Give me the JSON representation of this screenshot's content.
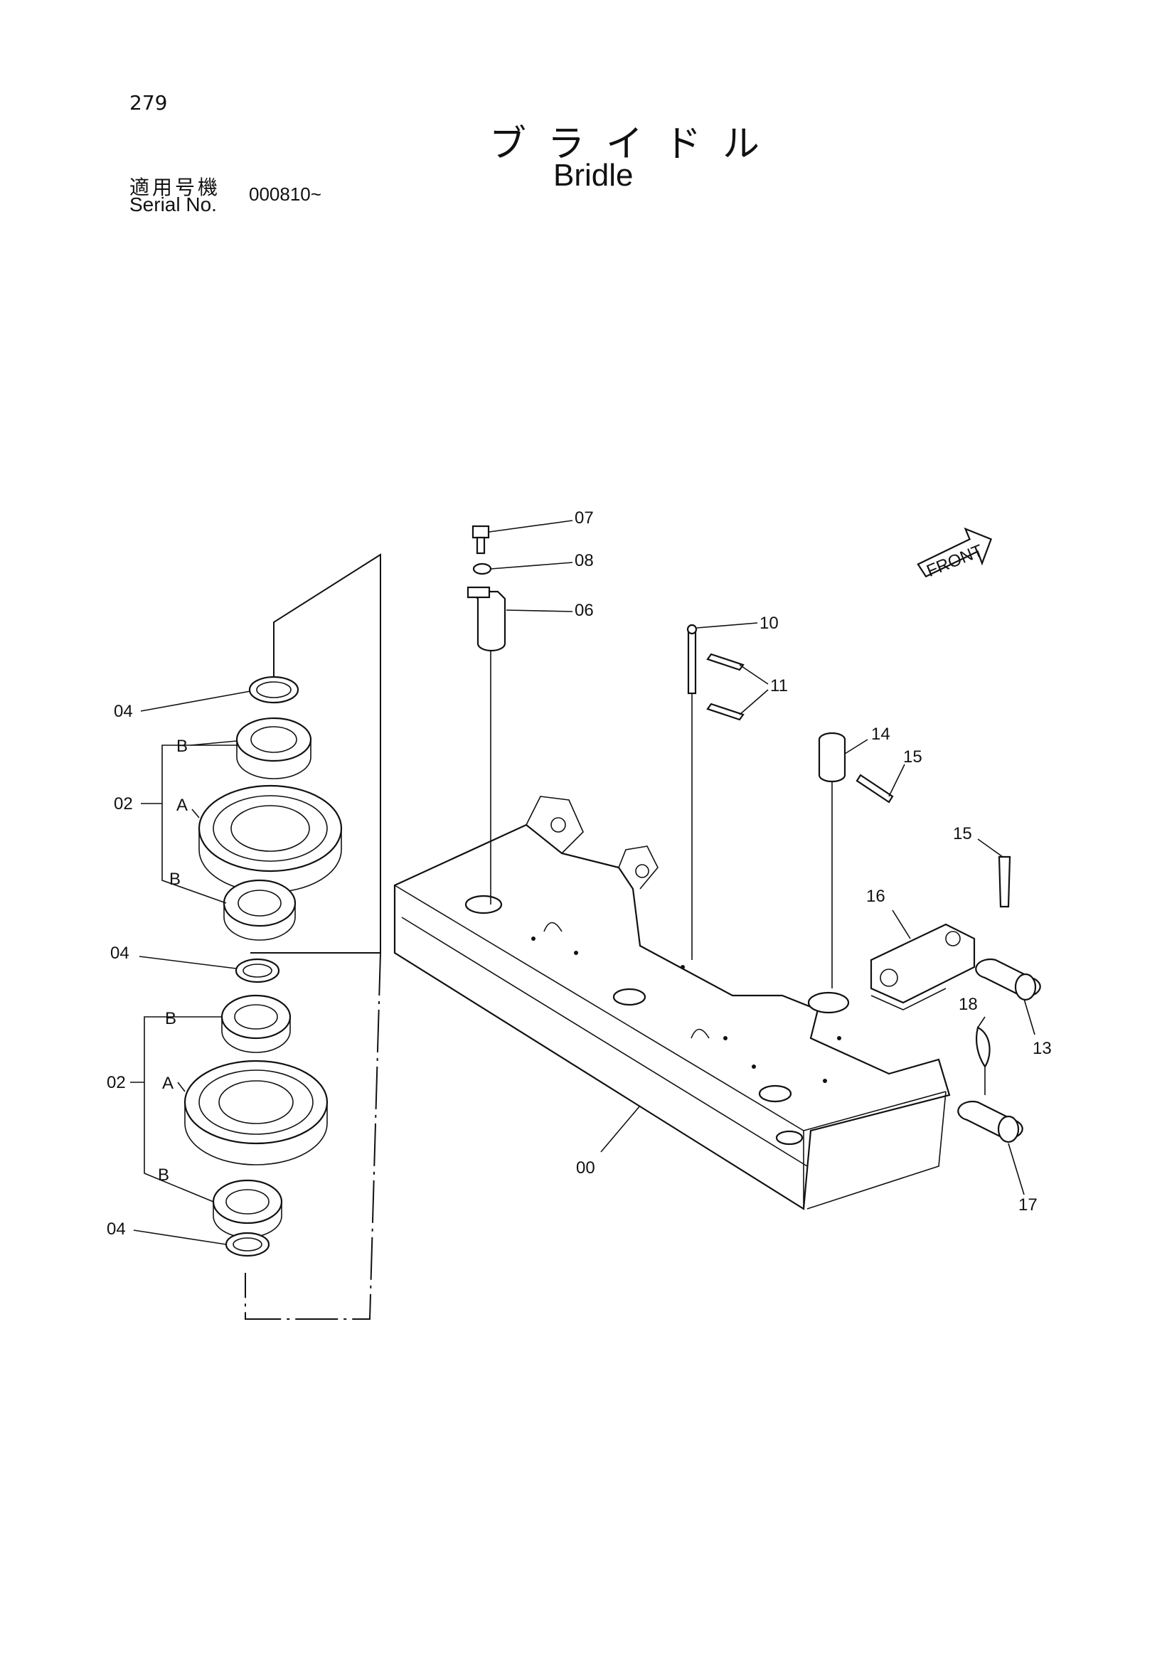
{
  "header": {
    "page_number": "279",
    "title_jp": "ブライドル",
    "title_en": "Bridle",
    "serial_label_jp": "適用号機",
    "serial_label_en": "Serial No.",
    "serial_value": "000810~"
  },
  "diagram": {
    "front_marker": "FRONT",
    "callouts": {
      "c00": "00",
      "c02_top": "02",
      "c02_bottom": "02",
      "c04_top": "04",
      "c04_mid": "04",
      "c04_bottom": "04",
      "c06": "06",
      "c07": "07",
      "c08": "08",
      "c10": "10",
      "c11": "11",
      "c13": "13",
      "c14": "14",
      "c15_a": "15",
      "c15_b": "15",
      "c16": "16",
      "c17": "17",
      "c18": "18",
      "a_top": "A",
      "a_bottom": "A",
      "b1": "B",
      "b2": "B",
      "b3": "B",
      "b4": "B"
    }
  }
}
